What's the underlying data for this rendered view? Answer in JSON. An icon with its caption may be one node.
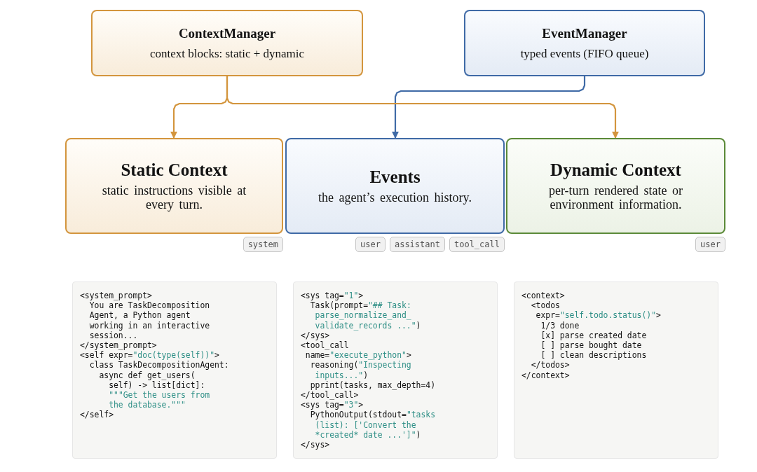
{
  "diagram": {
    "nodes": [
      {
        "text": [
          "ContextManager",
          "context blocks: static + dynamic"
        ]
      },
      {
        "text": [
          "EventManager",
          "typed events (FIFO queue)"
        ]
      },
      {
        "text": [
          "Static Context",
          "static instructions visible at every turn."
        ],
        "beside": [
          "system"
        ]
      },
      {
        "text": [
          "Events",
          "the agent’s execution history."
        ],
        "beside": [
          "user",
          "assistant",
          "tool_call"
        ]
      },
      {
        "text": [
          "Dynamic Context",
          "per-turn rendered state or environment information."
        ],
        "beside": [
          "user"
        ]
      }
    ],
    "edges": [
      {
        "from": 0,
        "to": 2,
        "arrow": "to"
      },
      {
        "from": 1,
        "to": 3,
        "arrow": "to",
        "color": "#3f6aa6"
      },
      {
        "from": 0,
        "to": 4,
        "arrow": "to"
      }
    ],
    "labels": [
      "<system_prompt>",
      "  You are TaskDecomposition",
      "  Agent, a Python agent",
      "  working in an interactive",
      "  session...",
      "</system_prompt>",
      "<self expr=\"doc(type(self))\">",
      "  class TaskDecompositionAgent:",
      "    async def get_users(",
      "      self) -> list[dict]:",
      "      \"\"\"Get the users from",
      "      the database.\"\"\"",
      "</self>",
      "<sys tag=\"1\">",
      "  Task(prompt=\"## Task:",
      "   parse_normalize_and_",
      "   validate_records ...\")",
      "</sys>",
      "<tool_call",
      " name=\"execute_python\">",
      "  reasoning(\"Inspecting",
      "   inputs...\")",
      "  pprint(tasks, max_depth=4)",
      "</tool_call>",
      "<sys tag=\"3\">",
      "  PythonOutput(stdout=\"tasks",
      "   (list): ['Convert the",
      "   *created* date ...']\")",
      "</sys>",
      "<context>",
      "  <todos",
      "   expr=\"self.todo.status()\">",
      "    1/3 done",
      "    [x] parse created date",
      "    [ ] parse bought date",
      "    [ ] clean descriptions",
      "  </todos>",
      "</context>"
    ]
  }
}
